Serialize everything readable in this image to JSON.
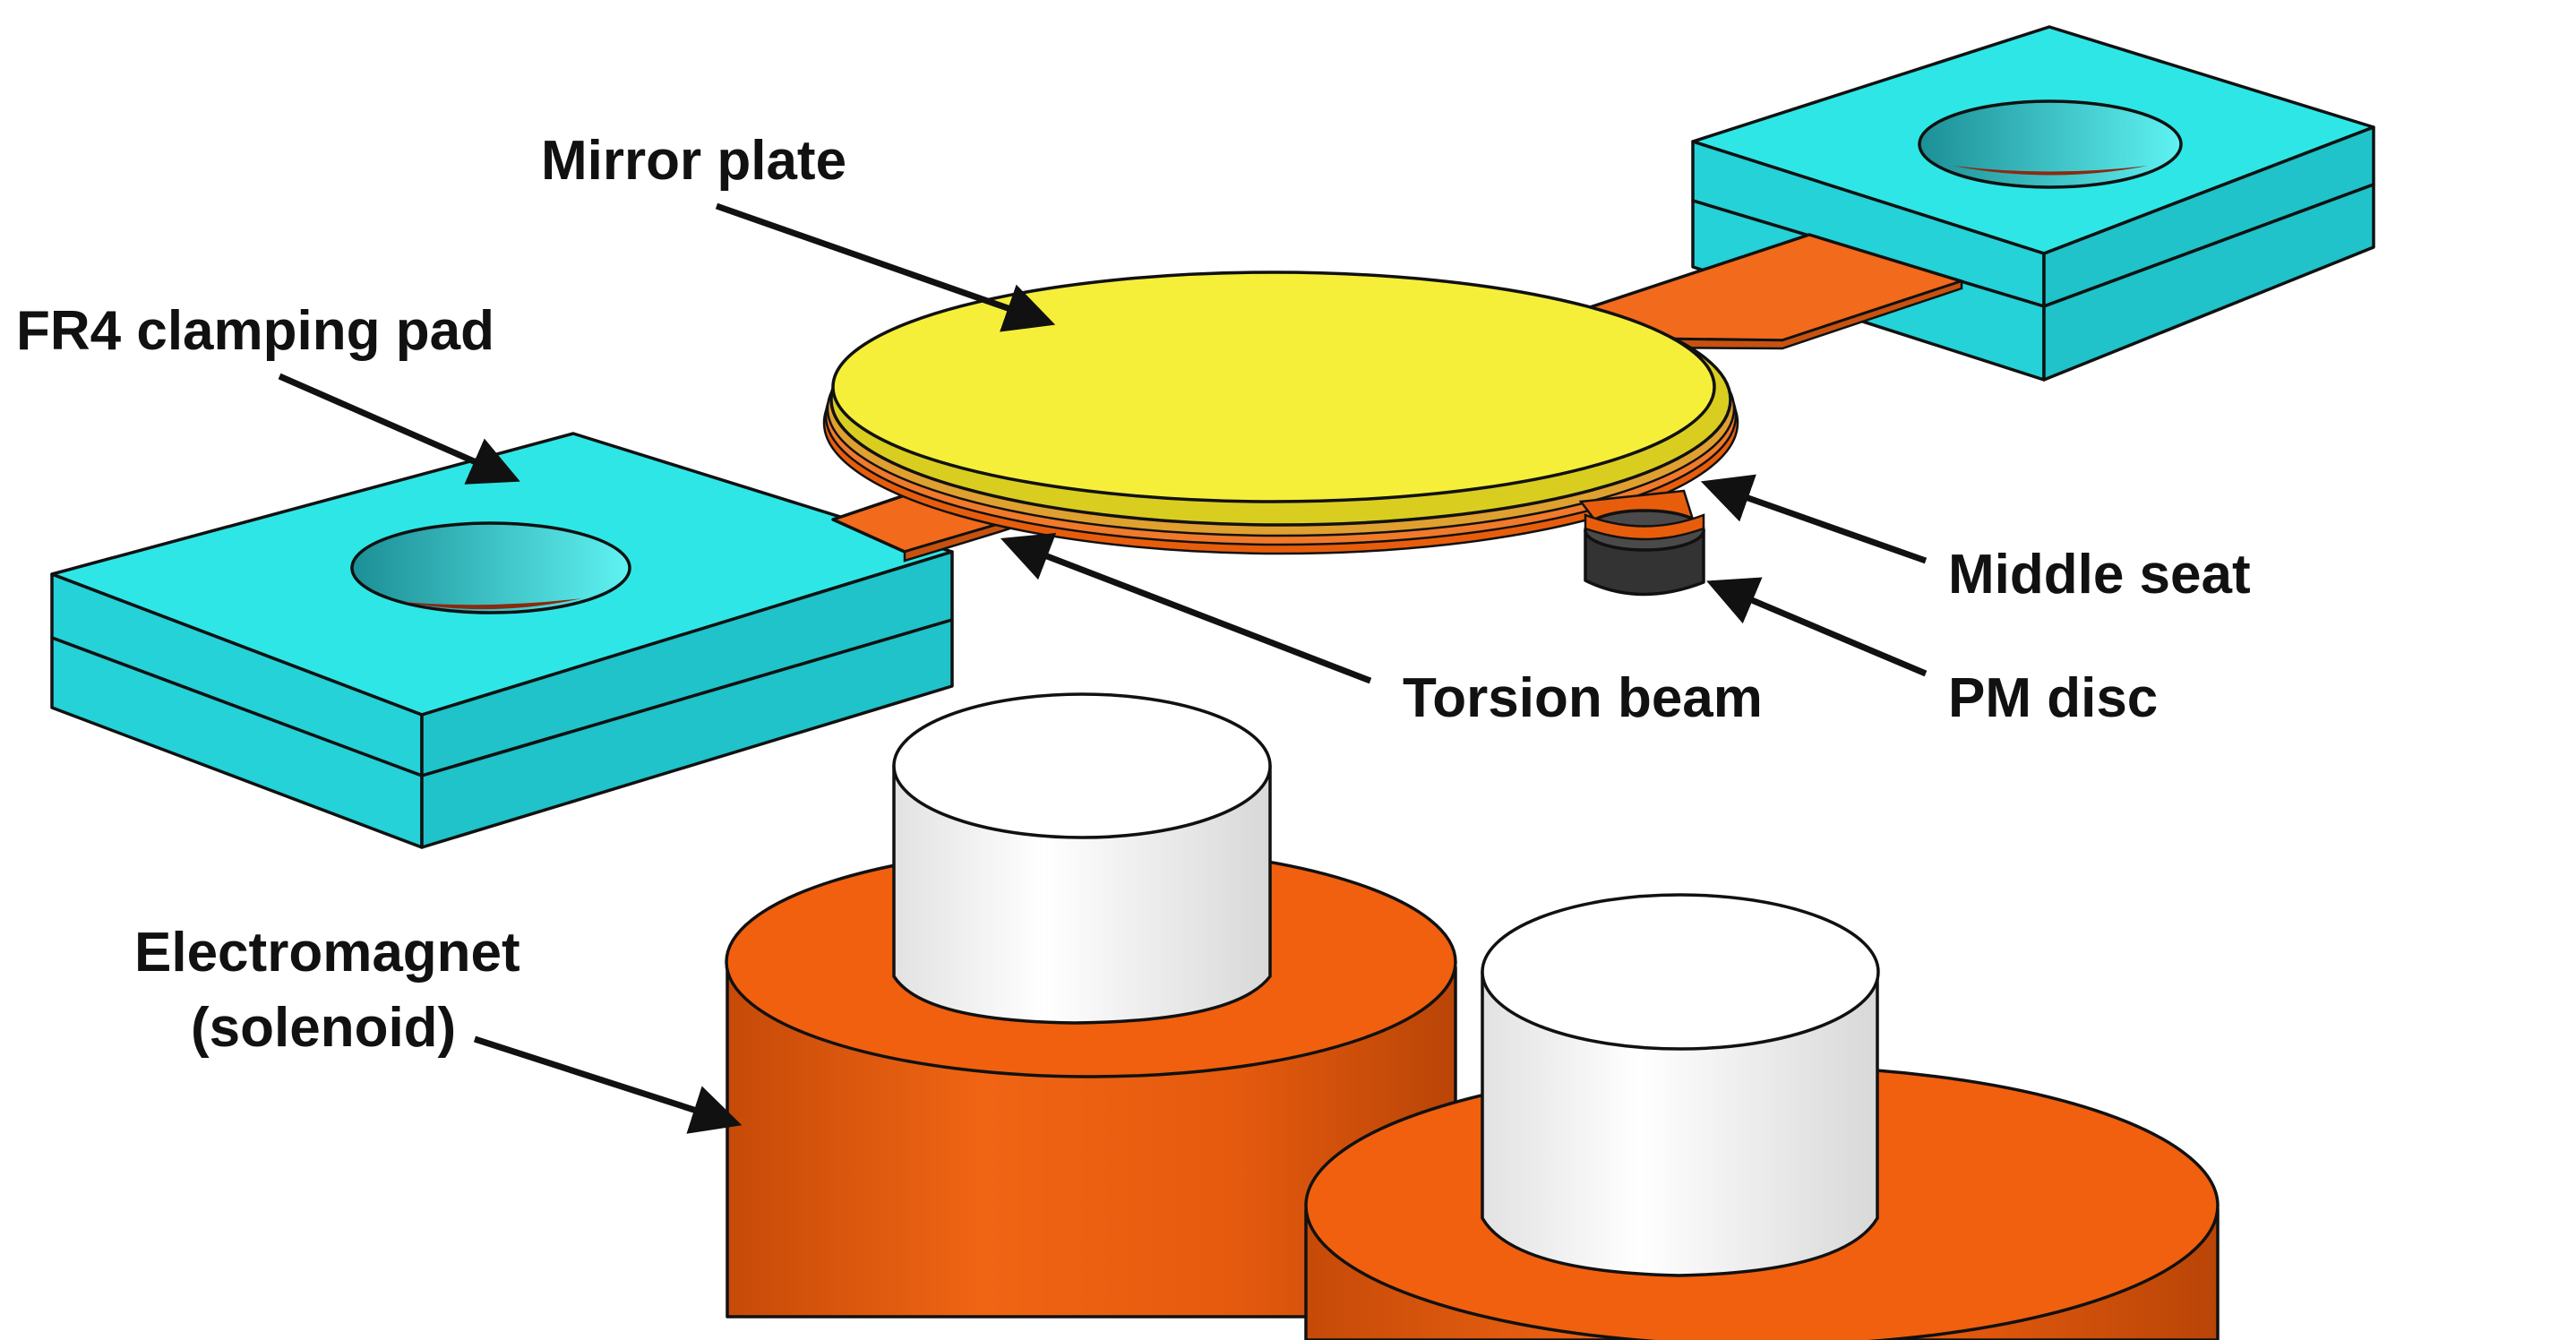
{
  "labels": {
    "mirror_plate": "Mirror plate",
    "fr4_pad": "FR4 clamping pad",
    "middle_seat": "Middle seat",
    "pm_disc": "PM disc",
    "torsion_beam": "Torsion beam",
    "electromagnet_line1": "Electromagnet",
    "electromagnet_line2": "(solenoid)"
  },
  "colors": {
    "pad": "#2FE6E6",
    "pad_side": "#22C9CF",
    "beam": "#F26A1B",
    "mirror": "#F5EF3A",
    "pm_disc": "#333333",
    "solenoid": "#E85D0C",
    "core": "#FFFFFF"
  }
}
